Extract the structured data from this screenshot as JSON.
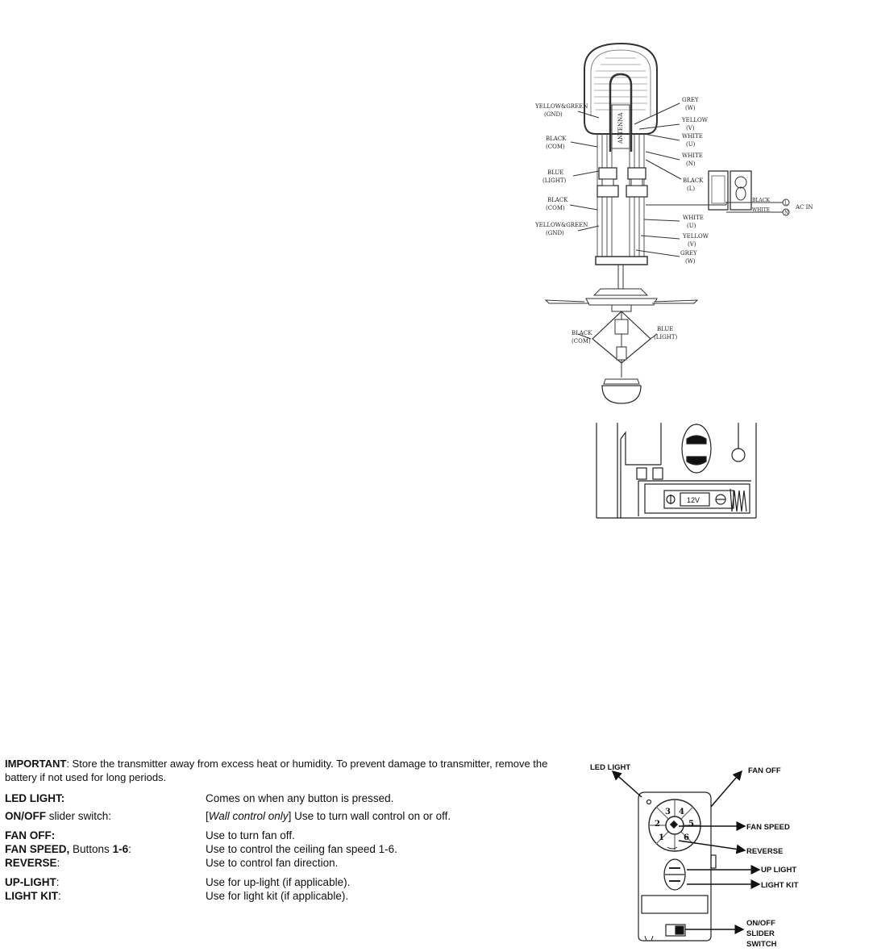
{
  "wiring": {
    "labels": {
      "grey_top": "GREY",
      "w_top": "(W)",
      "yellow_top": "YELLOW",
      "v_top": "(V)",
      "white_u_top": "WHITE",
      "u_top": "(U)",
      "white_n": "WHITE",
      "n": "(N)",
      "black_l": "BLACK",
      "l": "(L)",
      "yg_top": "YELLOW&GREEN",
      "gnd_top": "(GND)",
      "black_com_top": "BLACK",
      "com_top": "(COM)",
      "blue": "BLUE",
      "light": "(LIGHT)",
      "black_com_mid": "BLACK",
      "com_mid": "(COM)",
      "yg_bot": "YELLOW&GREEN",
      "gnd_bot": "(GND)",
      "white_u_bot": "WHITE",
      "u_bot": "(U)",
      "yellow_bot": "YELLOW",
      "v_bot": "(V)",
      "grey_bot": "GREY",
      "w_bot": "(W)",
      "antenna": "ANTENNA",
      "ac_black": "BLACK",
      "ac_white": "WHITE",
      "ac_l": "L",
      "ac_n": "N",
      "ac_in": "AC IN",
      "conn_black": "BLACK",
      "conn_com": "(COM)",
      "conn_blue": "BLUE",
      "conn_light": "(LIGHT)"
    }
  },
  "battery": {
    "label": "12V"
  },
  "remote": {
    "led_light": "LED LIGHT",
    "fan_off": "FAN OFF",
    "fan_speed": "FAN SPEED",
    "reverse": "REVERSE",
    "up_light": "UP LIGHT",
    "light_kit": "LIGHT KIT",
    "on_off": "ON/OFF",
    "slider": "SLIDER",
    "switch": "SWITCH",
    "buttons": [
      "1",
      "2",
      "3",
      "4",
      "5",
      "6"
    ]
  },
  "notes": {
    "important_label": "IMPORTANT",
    "important_text": ": Store the transmitter away from excess heat or humidity. To prevent damage to transmitter, remove the battery if not used for long periods.",
    "rows": [
      {
        "term_bold": "LED LIGHT:",
        "term_rest": "",
        "desc_pre": "",
        "desc_italic": "",
        "desc": "Comes on when any button is pressed."
      },
      {
        "term_bold": "ON/OFF",
        "term_rest": " slider switch:",
        "desc_pre": "[",
        "desc_italic": "Wall control only",
        "desc": "] Use to turn wall control on or off."
      },
      {
        "term_bold": "FAN OFF:",
        "term_rest": "",
        "desc_pre": "",
        "desc_italic": "",
        "desc": "Use to turn fan off."
      },
      {
        "term_bold": "FAN SPEED,",
        "term_rest": " Buttons ",
        "term_bold2": "1-6",
        "term_rest2": ":",
        "desc_pre": "",
        "desc_italic": "",
        "desc": "Use to control the ceiling fan speed 1-6."
      },
      {
        "term_bold": "REVERSE",
        "term_rest": ":",
        "desc_pre": "",
        "desc_italic": "",
        "desc": "Use to control fan direction."
      },
      {
        "term_bold": "UP-LIGHT",
        "term_rest": ":",
        "desc_pre": "",
        "desc_italic": "",
        "desc": "Use for up-light (if applicable)."
      },
      {
        "term_bold": "LIGHT KIT",
        "term_rest": ":",
        "desc_pre": "",
        "desc_italic": "",
        "desc": "Use for light kit (if applicable)."
      }
    ]
  }
}
